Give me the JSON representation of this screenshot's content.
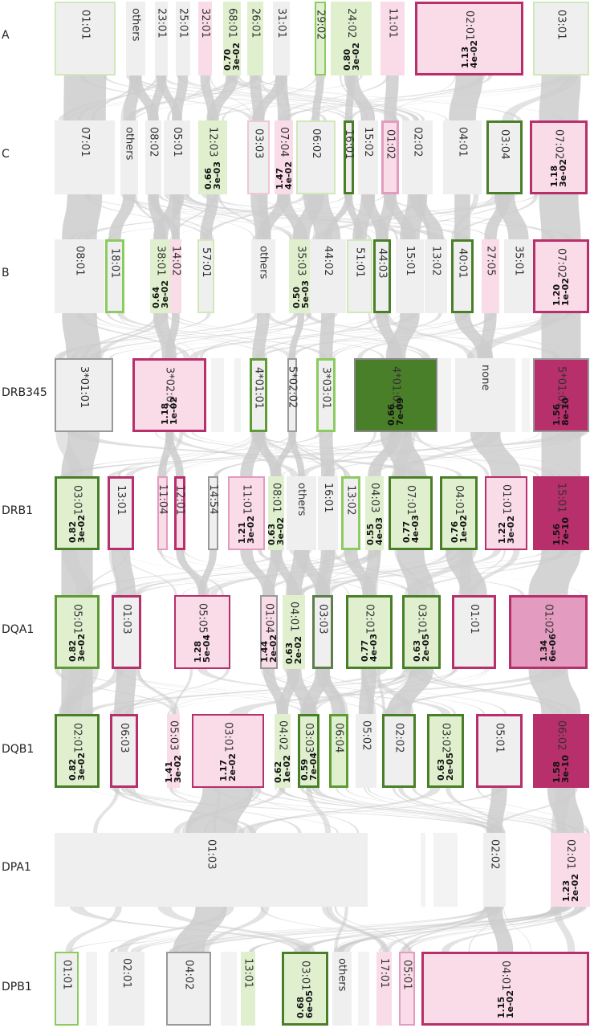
{
  "colors": {
    "gray": "#efefef",
    "pink": "#fadbe8",
    "pinkMid": "#e39bbf",
    "magenta": "#b72f6b",
    "lightGreen": "#e0f0cf",
    "green": "#5e9b34",
    "darkGreen": "#4a7f29",
    "link": "#cccccc"
  },
  "rows": [
    {
      "label": "A",
      "cells": [
        {
          "name": "01:01",
          "fill": "gray",
          "border": "#cfe9b8",
          "bw": 2
        },
        {
          "name": "others",
          "fill": "gray"
        },
        {
          "name": "23:01",
          "fill": "gray"
        },
        {
          "name": "25:01",
          "fill": "gray"
        },
        {
          "name": "32:01",
          "fill": "pink"
        },
        {
          "name": "68:01",
          "fill": "lightGreen",
          "stats": "0.70\n3e-02"
        },
        {
          "name": "26:01",
          "fill": "lightGreen"
        },
        {
          "name": "31:01",
          "fill": "gray"
        },
        {
          "name": "29:02",
          "fill": "lightGreen",
          "border": "#8ccb5f",
          "bw": 2
        },
        {
          "name": "24:02",
          "fill": "lightGreen",
          "stats": "0.80\n3e-02"
        },
        {
          "name": "11:01",
          "fill": "pink"
        },
        {
          "name": "02:01",
          "fill": "pink",
          "border": "#b72f6b",
          "bw": 3,
          "stats": "1.13\n4e-02"
        },
        {
          "name": "03:01",
          "fill": "gray",
          "border": "#cfe9b8",
          "bw": 2
        }
      ]
    },
    {
      "label": "C",
      "cells": [
        {
          "name": "07:01",
          "fill": "gray"
        },
        {
          "name": "others",
          "fill": "gray"
        },
        {
          "name": "08:02",
          "fill": "gray"
        },
        {
          "name": "05:01",
          "fill": "gray"
        },
        {
          "name": "12:03",
          "fill": "lightGreen",
          "stats": "0.66\n3e-03"
        },
        {
          "name": "03:03",
          "fill": "gray",
          "border": "#f0c6da",
          "bw": 2
        },
        {
          "name": "07:04",
          "fill": "pink",
          "stats": "1.47\n4e-02"
        },
        {
          "name": "06:02",
          "fill": "gray",
          "border": "#cfe9b8",
          "bw": 2
        },
        {
          "name": "16:01",
          "fill": "gray",
          "border": "#4a7f29",
          "bw": 3
        },
        {
          "name": "15:02",
          "fill": "gray"
        },
        {
          "name": "01:02",
          "fill": "pink",
          "border": "#e39bbf",
          "bw": 3
        },
        {
          "name": "02:02",
          "fill": "gray"
        },
        {
          "name": "04:01",
          "fill": "gray"
        },
        {
          "name": "03:04",
          "fill": "gray",
          "border": "#4a7f29",
          "bw": 3
        },
        {
          "name": "07:02",
          "fill": "pink",
          "border": "#b72f6b",
          "bw": 3,
          "stats": "1.18\n3e-02"
        }
      ]
    },
    {
      "label": "B",
      "cells": [
        {
          "name": "08:01",
          "fill": "gray"
        },
        {
          "name": "18:01",
          "fill": "gray",
          "border": "#8ccb5f",
          "bw": 3
        },
        {
          "name": "38:01",
          "fill": "lightGreen",
          "stats": "0.64\n3e-02"
        },
        {
          "name": "14:02",
          "fill": "pink"
        },
        {
          "name": "57:01",
          "fill": "gray",
          "border": "#cfe9b8",
          "bw": 2
        },
        {
          "name": "others",
          "fill": "gray"
        },
        {
          "name": "35:03",
          "fill": "lightGreen",
          "stats": "0.50\n5e-03"
        },
        {
          "name": "44:02",
          "fill": "gray"
        },
        {
          "name": "51:01",
          "fill": "gray",
          "border": "#cfe9b8",
          "bw": 2
        },
        {
          "name": "44:03",
          "fill": "gray",
          "border": "#4a7f29",
          "bw": 3
        },
        {
          "name": "15:01",
          "fill": "gray"
        },
        {
          "name": "13:02",
          "fill": "gray"
        },
        {
          "name": "40:01",
          "fill": "gray",
          "border": "#4a7f29",
          "bw": 3
        },
        {
          "name": "27:05",
          "fill": "pink"
        },
        {
          "name": "35:01",
          "fill": "gray"
        },
        {
          "name": "07:02",
          "fill": "pink",
          "border": "#b72f6b",
          "bw": 3,
          "stats": "1.20\n1e-02"
        }
      ]
    },
    {
      "label": "DRB345",
      "cells": [
        {
          "name": "3*01:01",
          "fill": "gray",
          "border": "#999999",
          "bw": 2
        },
        {
          "name": "3*02:02",
          "fill": "pink",
          "border": "#b72f6b",
          "bw": 3,
          "stats": "1.18\n1e-02"
        },
        {
          "name": "4*01:01",
          "fill": "gray",
          "border": "#5e9b34",
          "bw": 3
        },
        {
          "name": "5*02:02",
          "fill": "gray",
          "border": "#999999",
          "bw": 2
        },
        {
          "name": "3*03:01",
          "fill": "gray",
          "border": "#8ccb5f",
          "bw": 3
        },
        {
          "name": "4*01:03",
          "fill": "darkGreen",
          "border": "#888888",
          "bw": 2,
          "stats": "0.66\n7e-09"
        },
        {
          "name": "none",
          "fill": "gray"
        },
        {
          "name": "5*01:01",
          "fill": "magenta",
          "border": "#999999",
          "bw": 2,
          "stats": "1.56\n8e-10"
        }
      ]
    },
    {
      "label": "DRB1",
      "cells": [
        {
          "name": "03:01",
          "fill": "lightGreen",
          "border": "#4a7f29",
          "bw": 3,
          "stats": "0.82\n3e-02"
        },
        {
          "name": "13:01",
          "fill": "gray",
          "border": "#b72f6b",
          "bw": 3
        },
        {
          "name": "11:04",
          "fill": "pink",
          "border": "#e39bbf",
          "bw": 2
        },
        {
          "name": "12:01",
          "fill": "pink",
          "border": "#b72f6b",
          "bw": 3
        },
        {
          "name": "14:54",
          "fill": "gray",
          "border": "#999999",
          "bw": 2
        },
        {
          "name": "11:01",
          "fill": "pink",
          "border": "#e39bbf",
          "bw": 2,
          "stats": "1.21\n3e-02"
        },
        {
          "name": "08:01",
          "fill": "lightGreen",
          "stats": "0.63\n3e-02"
        },
        {
          "name": "others",
          "fill": "gray"
        },
        {
          "name": "16:01",
          "fill": "gray"
        },
        {
          "name": "13:02",
          "fill": "gray",
          "border": "#8ccb5f",
          "bw": 3
        },
        {
          "name": "04:03",
          "fill": "lightGreen",
          "stats": "0.55\n4e-03"
        },
        {
          "name": "07:01",
          "fill": "lightGreen",
          "border": "#4a7f29",
          "bw": 3,
          "stats": "0.77\n4e-03"
        },
        {
          "name": "04:01",
          "fill": "lightGreen",
          "border": "#4a7f29",
          "bw": 3,
          "stats": "0.76\n1e-02"
        },
        {
          "name": "01:01",
          "fill": "pink",
          "border": "#b72f6b",
          "bw": 2,
          "stats": "1.22\n3e-02"
        },
        {
          "name": "15:01",
          "fill": "magenta",
          "stats": "1.56\n7e-10"
        }
      ]
    },
    {
      "label": "DQA1",
      "cells": [
        {
          "name": "05:01",
          "fill": "lightGreen",
          "border": "#5e9b34",
          "bw": 3,
          "stats": "0.82\n3e-02"
        },
        {
          "name": "01:03",
          "fill": "gray",
          "border": "#b72f6b",
          "bw": 3
        },
        {
          "name": "05:05",
          "fill": "pink",
          "border": "#b72f6b",
          "bw": 2,
          "stats": "1.28\n5e-04"
        },
        {
          "name": "01:04",
          "fill": "pink",
          "border": "#999999",
          "bw": 2,
          "stats": "1.44\n2e-02"
        },
        {
          "name": "04:01",
          "fill": "lightGreen",
          "stats": "0.63\n2e-02"
        },
        {
          "name": "03:03",
          "fill": "gray",
          "border": "#5e7f4a",
          "bw": 3
        },
        {
          "name": "02:01",
          "fill": "lightGreen",
          "border": "#4a7f29",
          "bw": 3,
          "stats": "0.77\n4e-03"
        },
        {
          "name": "03:01",
          "fill": "lightGreen",
          "border": "#4a7f29",
          "bw": 3,
          "stats": "0.63\n2e-05"
        },
        {
          "name": "01:01",
          "fill": "gray",
          "border": "#b72f6b",
          "bw": 3
        },
        {
          "name": "01:02",
          "fill": "pinkMid",
          "border": "#b72f6b",
          "bw": 3,
          "stats": "1.34\n6e-06"
        }
      ]
    },
    {
      "label": "DQB1",
      "cells": [
        {
          "name": "02:01",
          "fill": "lightGreen",
          "border": "#4a7f29",
          "bw": 3,
          "stats": "0.82\n3e-02"
        },
        {
          "name": "06:03",
          "fill": "gray",
          "border": "#b72f6b",
          "bw": 3
        },
        {
          "name": "05:03",
          "fill": "pink",
          "stats": "1.41\n3e-02"
        },
        {
          "name": "03:01",
          "fill": "pink",
          "border": "#b72f6b",
          "bw": 2,
          "stats": "1.17\n2e-02"
        },
        {
          "name": "04:02",
          "fill": "lightGreen",
          "stats": "0.62\n1e-02"
        },
        {
          "name": "03:03",
          "fill": "lightGreen",
          "border": "#4a7f29",
          "bw": 3,
          "stats": "0.59\n7e-04"
        },
        {
          "name": "06:04",
          "fill": "lightGreen",
          "border": "#5e9b34",
          "bw": 3
        },
        {
          "name": "05:02",
          "fill": "gray"
        },
        {
          "name": "02:02",
          "fill": "gray",
          "border": "#4a7f29",
          "bw": 3
        },
        {
          "name": "03:02",
          "fill": "lightGreen",
          "border": "#4a7f29",
          "bw": 3,
          "stats": "0.63\n2e-05"
        },
        {
          "name": "05:01",
          "fill": "gray",
          "border": "#b72f6b",
          "bw": 3
        },
        {
          "name": "06:02",
          "fill": "magenta",
          "stats": "1.58\n3e-10"
        }
      ]
    },
    {
      "label": "DPA1",
      "cells": [
        {
          "name": "01:03",
          "fill": "gray"
        },
        {
          "name": "02:02",
          "fill": "gray"
        },
        {
          "name": "02:01",
          "fill": "pink",
          "stats": "1.23\n2e-02"
        }
      ]
    },
    {
      "label": "DPB1",
      "cells": [
        {
          "name": "01:01",
          "fill": "gray",
          "border": "#8ccb5f",
          "bw": 2
        },
        {
          "name": "02:01",
          "fill": "gray"
        },
        {
          "name": "04:02",
          "fill": "gray",
          "border": "#999999",
          "bw": 2
        },
        {
          "name": "13:01",
          "fill": "lightGreen"
        },
        {
          "name": "03:01",
          "fill": "lightGreen",
          "border": "#4a7f29",
          "bw": 3,
          "stats": "0.68\n6e-05"
        },
        {
          "name": "others",
          "fill": "gray"
        },
        {
          "name": "17:01",
          "fill": "pink"
        },
        {
          "name": "05:01",
          "fill": "pink",
          "border": "#e39bbf",
          "bw": 2
        },
        {
          "name": "04:01",
          "fill": "pink",
          "border": "#b72f6b",
          "bw": 3,
          "stats": "1.15\n1e-02"
        }
      ]
    }
  ]
}
